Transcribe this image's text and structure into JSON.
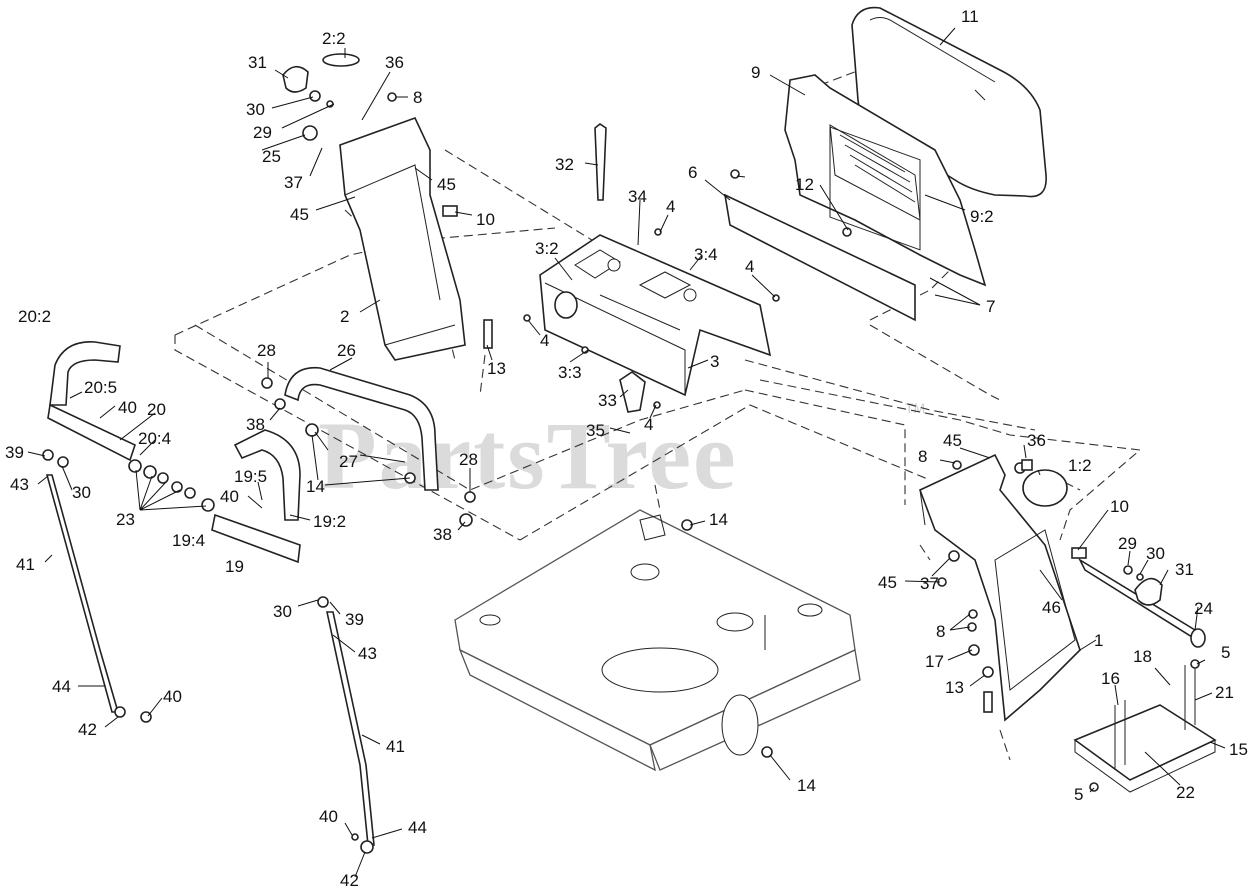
{
  "watermark": {
    "text": "PartsTree",
    "trademark": "TM"
  },
  "callouts": [
    {
      "id": "c-11",
      "label": "11"
    },
    {
      "id": "c-9",
      "label": "9"
    },
    {
      "id": "c-9-2",
      "label": "9:2"
    },
    {
      "id": "c-12",
      "label": "12"
    },
    {
      "id": "c-6",
      "label": "6"
    },
    {
      "id": "c-7",
      "label": "7"
    },
    {
      "id": "c-2-2",
      "label": "2:2"
    },
    {
      "id": "c-31a",
      "label": "31"
    },
    {
      "id": "c-36a",
      "label": "36"
    },
    {
      "id": "c-8a",
      "label": "8"
    },
    {
      "id": "c-30a",
      "label": "30"
    },
    {
      "id": "c-29a",
      "label": "29"
    },
    {
      "id": "c-25",
      "label": "25"
    },
    {
      "id": "c-37a",
      "label": "37"
    },
    {
      "id": "c-45a",
      "label": "45"
    },
    {
      "id": "c-45b",
      "label": "45"
    },
    {
      "id": "c-10a",
      "label": "10"
    },
    {
      "id": "c-2",
      "label": "2"
    },
    {
      "id": "c-13a",
      "label": "13"
    },
    {
      "id": "c-32",
      "label": "32"
    },
    {
      "id": "c-34",
      "label": "34"
    },
    {
      "id": "c-4a",
      "label": "4"
    },
    {
      "id": "c-3-2",
      "label": "3:2"
    },
    {
      "id": "c-3-4",
      "label": "3:4"
    },
    {
      "id": "c-4b",
      "label": "4"
    },
    {
      "id": "c-4c",
      "label": "4"
    },
    {
      "id": "c-3-3",
      "label": "3:3"
    },
    {
      "id": "c-3",
      "label": "3"
    },
    {
      "id": "c-33",
      "label": "33"
    },
    {
      "id": "c-35",
      "label": "35"
    },
    {
      "id": "c-4d",
      "label": "4"
    },
    {
      "id": "c-20-2",
      "label": "20:2"
    },
    {
      "id": "c-20-5",
      "label": "20:5"
    },
    {
      "id": "c-40a",
      "label": "40"
    },
    {
      "id": "c-20",
      "label": "20"
    },
    {
      "id": "c-20-4",
      "label": "20:4"
    },
    {
      "id": "c-39a",
      "label": "39"
    },
    {
      "id": "c-43a",
      "label": "43"
    },
    {
      "id": "c-30b",
      "label": "30"
    },
    {
      "id": "c-23",
      "label": "23"
    },
    {
      "id": "c-28a",
      "label": "28"
    },
    {
      "id": "c-26",
      "label": "26"
    },
    {
      "id": "c-38a",
      "label": "38"
    },
    {
      "id": "c-27",
      "label": "27"
    },
    {
      "id": "c-14a",
      "label": "14"
    },
    {
      "id": "c-28b",
      "label": "28"
    },
    {
      "id": "c-38b",
      "label": "38"
    },
    {
      "id": "c-19-5",
      "label": "19:5"
    },
    {
      "id": "c-40b",
      "label": "40"
    },
    {
      "id": "c-19-2",
      "label": "19:2"
    },
    {
      "id": "c-19-4",
      "label": "19:4"
    },
    {
      "id": "c-19",
      "label": "19"
    },
    {
      "id": "c-41a",
      "label": "41"
    },
    {
      "id": "c-44a",
      "label": "44"
    },
    {
      "id": "c-42a",
      "label": "42"
    },
    {
      "id": "c-40c",
      "label": "40"
    },
    {
      "id": "c-30c",
      "label": "30"
    },
    {
      "id": "c-39b",
      "label": "39"
    },
    {
      "id": "c-43b",
      "label": "43"
    },
    {
      "id": "c-41b",
      "label": "41"
    },
    {
      "id": "c-40d",
      "label": "40"
    },
    {
      "id": "c-44b",
      "label": "44"
    },
    {
      "id": "c-42b",
      "label": "42"
    },
    {
      "id": "c-14b",
      "label": "14"
    },
    {
      "id": "c-14c",
      "label": "14"
    },
    {
      "id": "c-45c",
      "label": "45"
    },
    {
      "id": "c-8b",
      "label": "8"
    },
    {
      "id": "c-36b",
      "label": "36"
    },
    {
      "id": "c-1-2",
      "label": "1:2"
    },
    {
      "id": "c-10b",
      "label": "10"
    },
    {
      "id": "c-29b",
      "label": "29"
    },
    {
      "id": "c-30d",
      "label": "30"
    },
    {
      "id": "c-31b",
      "label": "31"
    },
    {
      "id": "c-45d",
      "label": "45"
    },
    {
      "id": "c-37b",
      "label": "37"
    },
    {
      "id": "c-46",
      "label": "46"
    },
    {
      "id": "c-24",
      "label": "24"
    },
    {
      "id": "c-8c",
      "label": "8"
    },
    {
      "id": "c-17",
      "label": "17"
    },
    {
      "id": "c-13b",
      "label": "13"
    },
    {
      "id": "c-1",
      "label": "1"
    },
    {
      "id": "c-18",
      "label": "18"
    },
    {
      "id": "c-5a",
      "label": "5"
    },
    {
      "id": "c-16",
      "label": "16"
    },
    {
      "id": "c-21",
      "label": "21"
    },
    {
      "id": "c-15",
      "label": "15"
    },
    {
      "id": "c-5b",
      "label": "5"
    },
    {
      "id": "c-22",
      "label": "22"
    }
  ]
}
